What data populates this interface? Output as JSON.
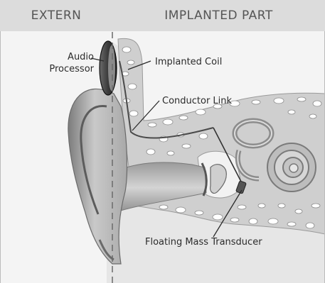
{
  "header": {
    "left": "EXTERN",
    "right": "IMPLANTED PART"
  },
  "labels": {
    "audio_processor_line1": "Audio",
    "audio_processor_line2": "Processor",
    "implanted_coil": "Implanted Coil",
    "conductor_link": "Conductor Link",
    "floating_mass_transducer": "Floating Mass Transducer"
  }
}
